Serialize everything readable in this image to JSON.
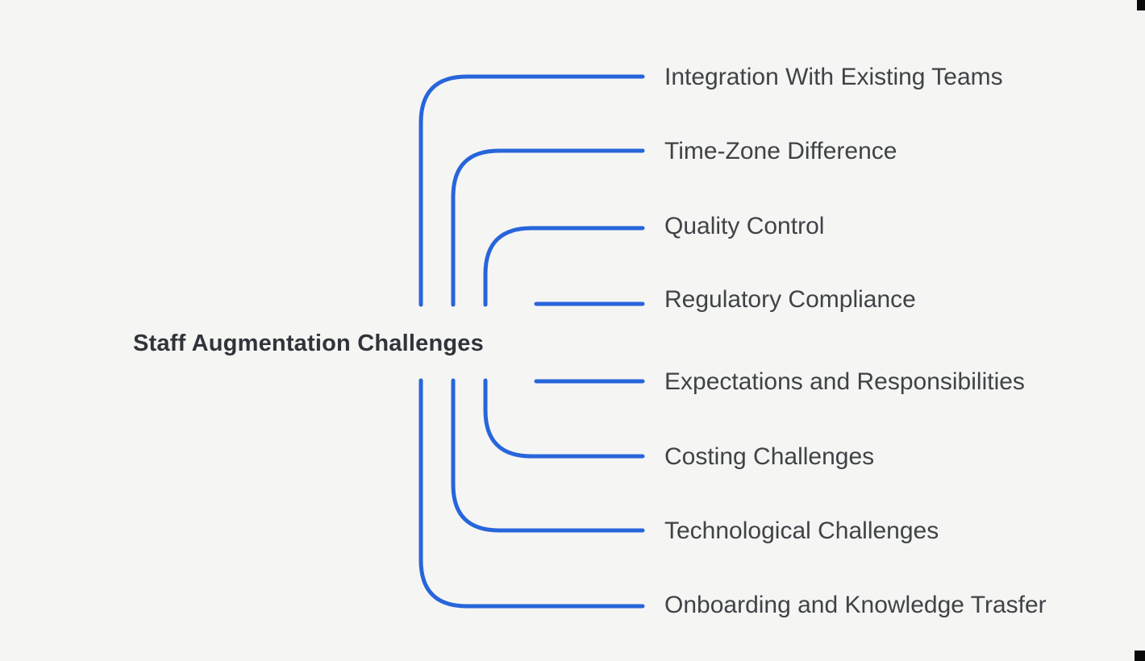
{
  "diagram": {
    "title": "Staff Augmentation Challenges",
    "branches": [
      {
        "label": "Integration With Existing Teams"
      },
      {
        "label": "Time-Zone Difference"
      },
      {
        "label": "Quality Control"
      },
      {
        "label": "Regulatory Compliance"
      },
      {
        "label": "Expectations and Responsibilities"
      },
      {
        "label": "Costing Challenges"
      },
      {
        "label": "Technological Challenges"
      },
      {
        "label": "Onboarding and Knowledge Trasfer"
      }
    ],
    "colors": {
      "background": "#F5F5F3",
      "connector": "#2765DB",
      "title_text": "#30343A",
      "label_text": "#3F4347",
      "corner_mark": "#0A0A0A"
    }
  }
}
